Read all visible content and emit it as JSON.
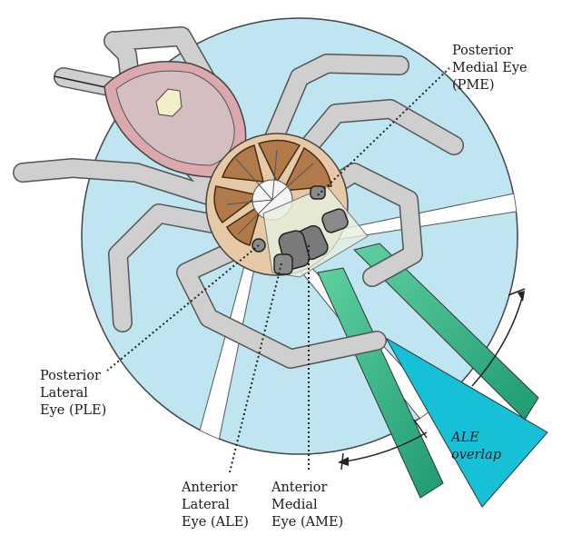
{
  "labels": {
    "pme": [
      "Posterior",
      "Medial Eye",
      "(PME)"
    ],
    "ple": [
      "Posterior",
      "Lateral",
      "Eye (PLE)"
    ],
    "ale": [
      "Anterior",
      "Lateral",
      "Eye (ALE)"
    ],
    "ame": [
      "Anterior",
      "Medial",
      "Eye (AME)"
    ],
    "overlap": [
      "ALE",
      "overlap"
    ]
  },
  "colors": {
    "visual_field": "#bfe6f0",
    "leg": "#cfcfcf",
    "abdomen": "#dba9ad",
    "cephalothorax": "#e6c9a6",
    "ame_beam": "#2aa67a",
    "ale_overlap": "#16c0d6",
    "outline": "#3a3a3a"
  }
}
